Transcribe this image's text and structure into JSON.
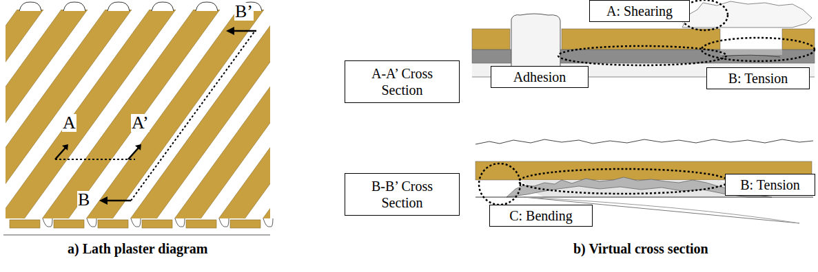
{
  "diagram": {
    "nodes": [
      {
        "text": [
          "A-A’ Cross Section"
        ]
      },
      {
        "text": [
          "A: Shearing"
        ]
      },
      {
        "text": [
          "Adhesion"
        ]
      },
      {
        "text": [
          "B: Tension"
        ]
      },
      {
        "text": [
          "B-B’ Cross Section"
        ]
      },
      {
        "text": [
          "B: Tension"
        ]
      },
      {
        "text": [
          "C: Bending"
        ]
      }
    ],
    "labels": [
      "A",
      "A’",
      "B",
      "B’",
      "a) Lath plaster diagram",
      "b) Virtual cross section"
    ]
  }
}
